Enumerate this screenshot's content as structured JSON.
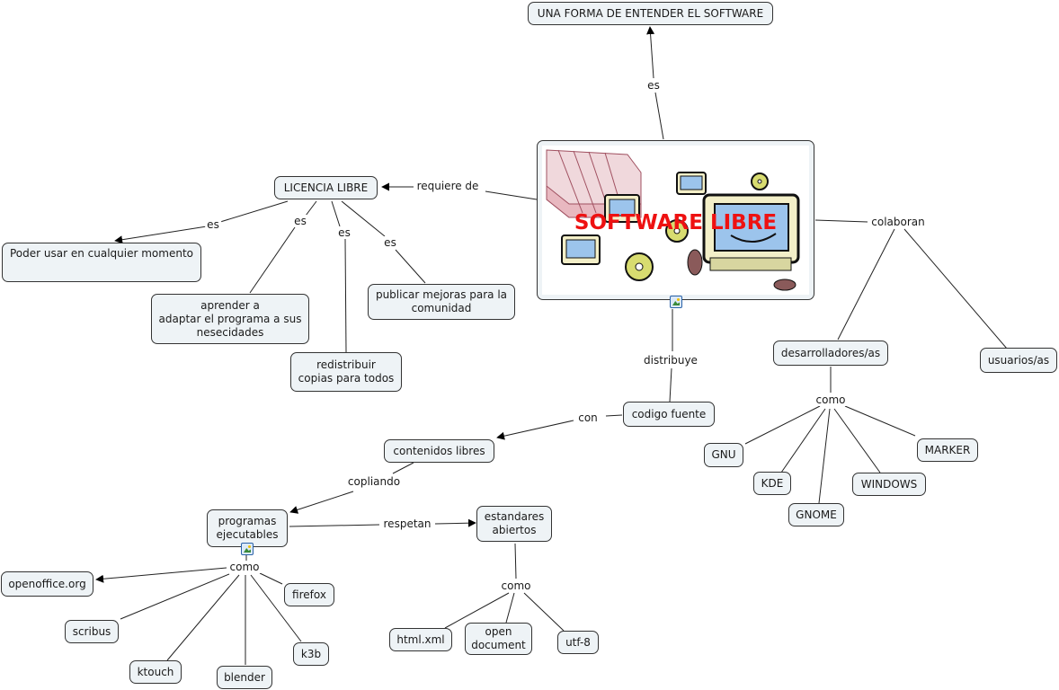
{
  "central": {
    "title": "SOFTWARE LIBRE",
    "image_icon": "image-icon",
    "colors": {
      "title": "#ee1111",
      "node_fill": "#eef3f6",
      "node_border": "#333333"
    }
  },
  "nodes": {
    "forma": "UNA FORMA DE ENTENDER EL SOFTWARE",
    "licencia": "LICENCIA LIBRE",
    "poder": "Poder usar en cualquier momento",
    "aprender": "aprender a\nadaptar el programa a sus\nnesecidades",
    "redistribuir": "redistribuir\ncopias para todos",
    "publicar": "publicar mejoras para la\ncomunidad",
    "desarrolladores": "desarrolladores/as",
    "usuarios": "usuarios/as",
    "gnu": "GNU",
    "kde": "KDE",
    "gnome": "GNOME",
    "windows": "WINDOWS",
    "marker": "MARKER",
    "codigo": "codigo fuente",
    "contenidos": "contenidos libres",
    "programas": "programas\nejecutables",
    "estandares": "estandares\nabiertos",
    "openoffice": "openoffice.org",
    "scribus": "scribus",
    "ktouch": "ktouch",
    "blender": "blender",
    "k3b": "k3b",
    "firefox": "firefox",
    "htmlxml": "html.xml",
    "opendoc": "open\ndocument",
    "utf8": "utf-8"
  },
  "links": {
    "es_top": "es",
    "requiere": "requiere de",
    "es_poder": "es",
    "es_aprender": "es",
    "es_redistribuir": "es",
    "es_publicar": "es",
    "colaboran": "colaboran",
    "como_dev": "como",
    "distribuye": "distribuye",
    "con": "con",
    "copliando": "copliando",
    "respetan": "respetan",
    "como_prog": "como",
    "como_std": "como"
  }
}
